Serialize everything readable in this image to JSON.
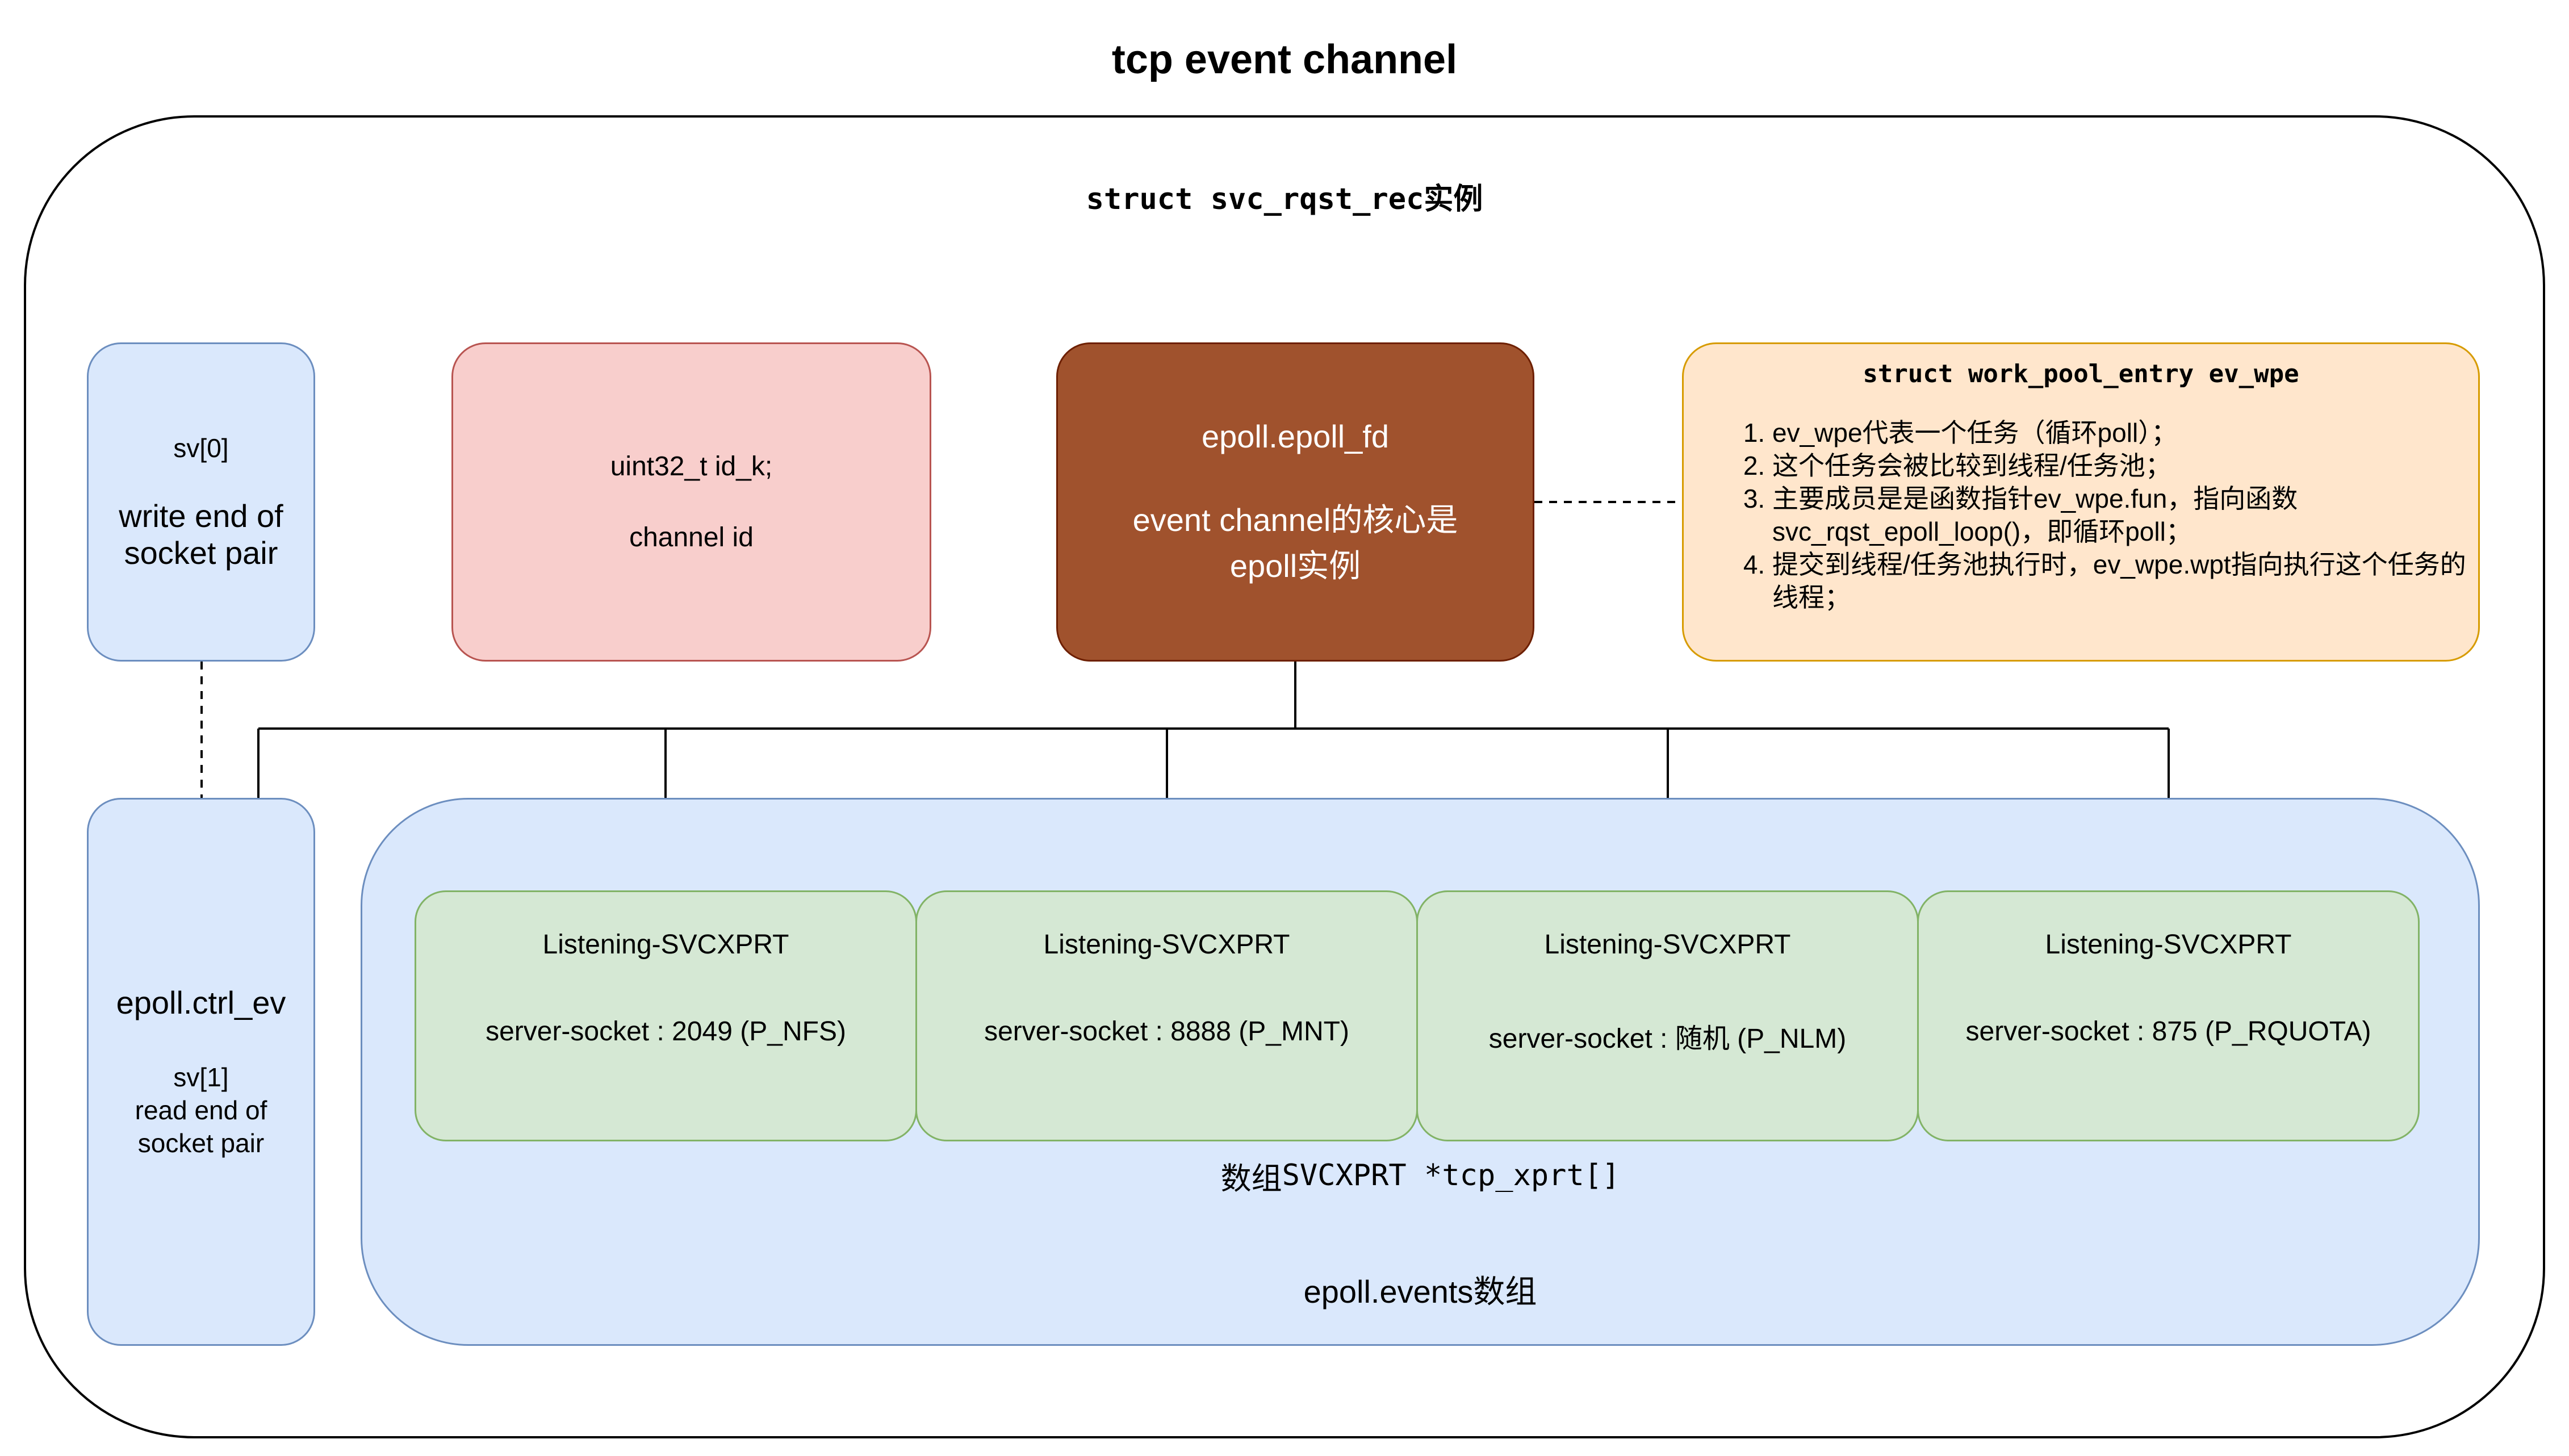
{
  "title": "tcp event channel",
  "struct_label": "struct svc_rqst_rec实例",
  "sv0": {
    "name": "sv[0]",
    "desc_line1": "write end of",
    "desc_line2": "socket pair"
  },
  "idk": {
    "line1": "uint32_t id_k;",
    "line2": "channel id"
  },
  "epoll_fd": {
    "name": "epoll.epoll_fd",
    "desc_line1": "event channel的核心是",
    "desc_line2": "epoll实例"
  },
  "wpe": {
    "title": "struct work_pool_entry ev_wpe",
    "items": [
      "ev_wpe代表一个任务（循环poll）；",
      "这个任务会被比较到线程/任务池；",
      "主要成员是是函数指针ev_wpe.fun，指向函数svc_rqst_epoll_loop()，即循环poll；",
      "提交到线程/任务池执行时，ev_wpe.wpt指向执行这个任务的线程；"
    ]
  },
  "ctrl_ev": {
    "name": "epoll.ctrl_ev",
    "sub_line1": "sv[1]",
    "sub_line2": "read end of",
    "sub_line3": "socket pair"
  },
  "listeners": [
    {
      "title": "Listening-SVCXPRT",
      "socket": "server-socket : 2049 (P_NFS)"
    },
    {
      "title": "Listening-SVCXPRT",
      "socket": "server-socket : 8888 (P_MNT)"
    },
    {
      "title": "Listening-SVCXPRT",
      "socket": "server-socket : 随机 (P_NLM)"
    },
    {
      "title": "Listening-SVCXPRT",
      "socket": "server-socket : 875 (P_RQUOTA)"
    }
  ],
  "array_label": {
    "prefix": "数组",
    "mono": "SVCXPRT *tcp_xprt[]"
  },
  "events_label": "epoll.events数组",
  "colors": {
    "blue_fill": "#dae8fc",
    "blue_stroke": "#6c8ebf",
    "red_fill": "#f8cecc",
    "red_stroke": "#b85450",
    "brown_fill": "#a0522d",
    "orange_fill": "#ffe6cc",
    "orange_stroke": "#d79b00",
    "green_fill": "#d5e8d4",
    "green_stroke": "#82b366"
  }
}
